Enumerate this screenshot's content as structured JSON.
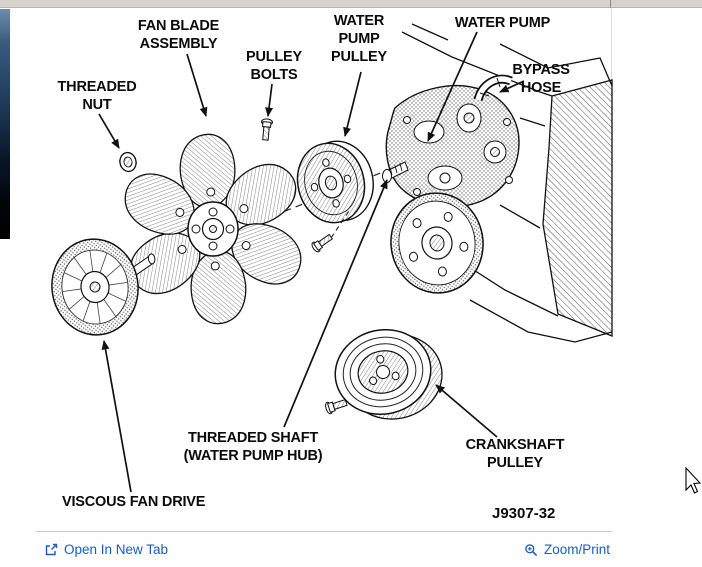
{
  "viewer": {
    "footer": {
      "open_in_new_tab_label": "Open In New Tab",
      "zoom_print_label": "Zoom/Print"
    },
    "colors": {
      "link_blue": "#1a5dbe",
      "diagram_ink": "#111111",
      "topbar_gray": "#d7d3cc",
      "side_strip_navy": "#1f3c5c"
    },
    "icons": {
      "open_in_new_tab": "open-in-new-icon",
      "zoom_print": "magnifier-icon",
      "cursor": "arrow-cursor-icon"
    }
  },
  "diagram": {
    "figure_number": "J9307-32",
    "labels": {
      "fan_blade_assembly": "FAN BLADE\nASSEMBLY",
      "pulley_bolts": "PULLEY\nBOLTS",
      "water_pump_pulley": "WATER\nPUMP\nPULLEY",
      "water_pump": "WATER PUMP",
      "bypass_hose": "BYPASS\nHOSE",
      "threaded_nut": "THREADED\nNUT",
      "threaded_shaft_water_pump_hub": "THREADED SHAFT\n(WATER PUMP HUB)",
      "crankshaft_pulley": "CRANKSHAFT\nPULLEY",
      "viscous_fan_drive": "VISCOUS FAN DRIVE"
    }
  }
}
